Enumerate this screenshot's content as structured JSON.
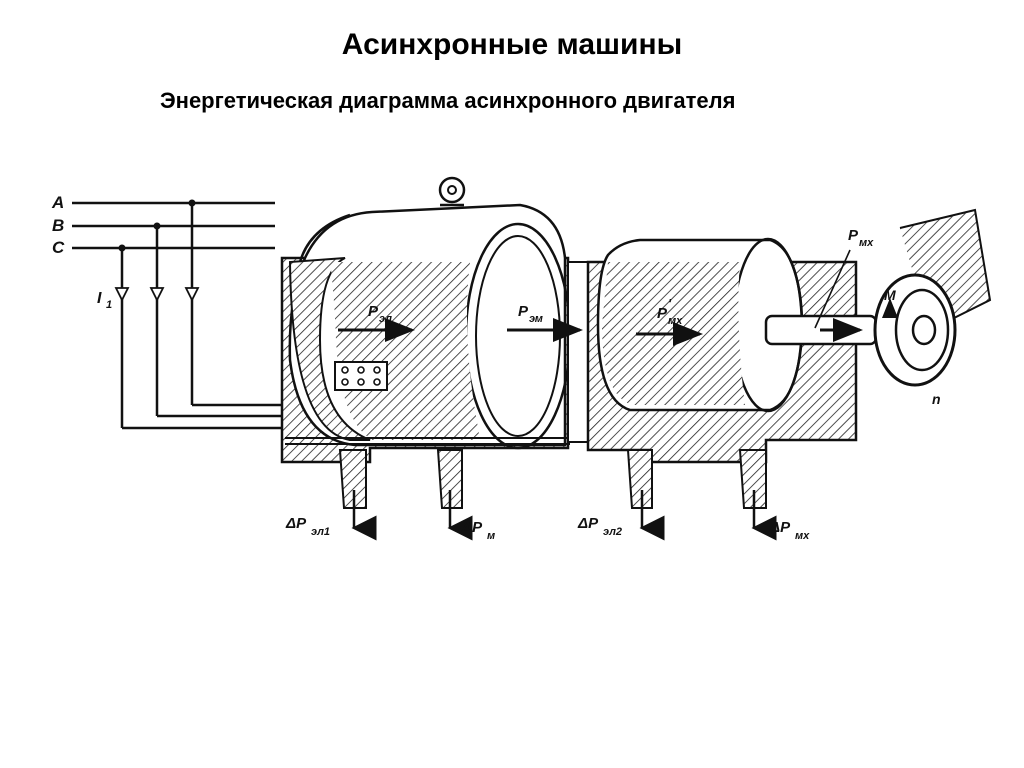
{
  "title": "Асинхронные машины",
  "subtitle": "Энергетическая диаграмма асинхронного двигателя",
  "diagram": {
    "phases": [
      "A",
      "B",
      "C"
    ],
    "current": {
      "main": "I",
      "sub": "1"
    },
    "powers": {
      "p_el": {
        "main": "P",
        "sub": "эл"
      },
      "p_em": {
        "main": "P",
        "sub": "эм"
      },
      "p_mx_prime": {
        "main": "P",
        "sup": "'",
        "sub": "мх"
      },
      "p_mx": {
        "main": "P",
        "sub": "мх"
      }
    },
    "losses": [
      {
        "main": "ΔP",
        "sub": "эл1"
      },
      {
        "main": "ΔP",
        "sub": "м"
      },
      {
        "main": "ΔP",
        "sub": "эл2"
      },
      {
        "main": "ΔP",
        "sub": "мх"
      }
    ],
    "torque_label": "M",
    "speed_label": "n"
  },
  "colors": {
    "ink": "#111111",
    "hatch": "#222222",
    "background": "#ffffff"
  }
}
